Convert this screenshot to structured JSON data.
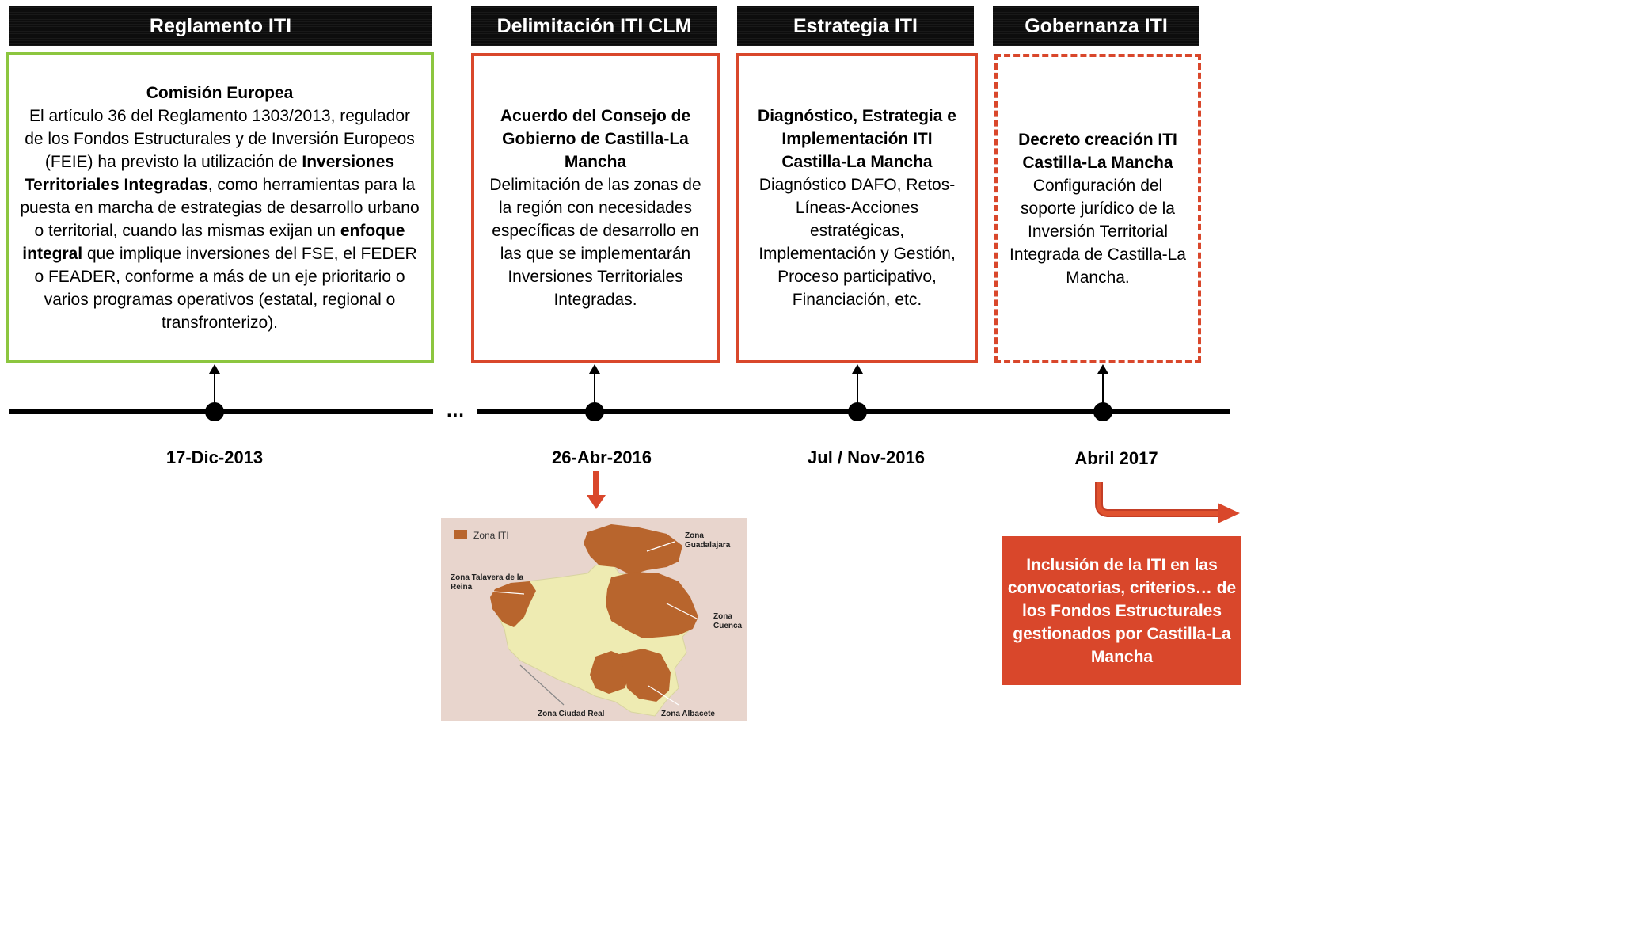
{
  "headers": {
    "h1": "Reglamento ITI",
    "h2": "Delimitación ITI CLM",
    "h3": "Estrategia ITI",
    "h4": "Gobernanza ITI"
  },
  "box1": {
    "title": "Comisión Europea",
    "text_a": "El artículo 36 del Reglamento 1303/2013, regulador de los Fondos Estructurales y de Inversión Europeos (FEIE) ha previsto la utilización de ",
    "bold_a": "Inversiones Territoriales Integradas",
    "text_b": ", como herramientas para la puesta en marcha de estrategias de desarrollo urbano o territorial, cuando las mismas exijan un ",
    "bold_b": "enfoque integral",
    "text_c": " que implique inversiones del FSE, el FEDER o FEADER, conforme a más de un eje prioritario o varios programas operativos (estatal, regional o transfronterizo)."
  },
  "box2": {
    "title": "Acuerdo del Consejo de Gobierno de Castilla-La Mancha",
    "text": "Delimitación de las zonas de la región con necesidades específicas de desarrollo en las que se implementarán Inversiones Territoriales Integradas."
  },
  "box3": {
    "title": "Diagnóstico, Estrategia e Implementación ITI Castilla-La Mancha",
    "text": "Diagnóstico DAFO, Retos-Líneas-Acciones estratégicas, Implementación y Gestión, Proceso participativo, Financiación, etc."
  },
  "box4": {
    "title": "Decreto creación ITI Castilla-La Mancha",
    "text": "Configuración del soporte jurídico de la Inversión Territorial Integrada de Castilla-La Mancha."
  },
  "dates": {
    "d1": "17-Dic-2013",
    "d2": "26-Abr-2016",
    "d3": "Jul / Nov-2016",
    "d4": "Abril 2017"
  },
  "ellipsis": "…",
  "map": {
    "legend": "Zona ITI",
    "zone_guadalajara_1": "Zona",
    "zone_guadalajara_2": "Guadalajara",
    "zone_talavera_1": "Zona Talavera de la",
    "zone_talavera_2": "Reina",
    "zone_cuenca_1": "Zona",
    "zone_cuenca_2": "Cuenca",
    "zone_ciudad_real": "Zona Ciudad Real",
    "zone_albacete": "Zona Albacete"
  },
  "inclusion_box": "Inclusión de la ITI en las convocatorias, criterios… de los Fondos Estructurales gestionados por Castilla-La Mancha",
  "colors": {
    "green": "#8cc63f",
    "red": "#d9472b",
    "header_bg": "#0d0d0d",
    "map_bg": "#e8d5cd",
    "zone_iti": "#b8652d",
    "region": "#eeebb2"
  }
}
